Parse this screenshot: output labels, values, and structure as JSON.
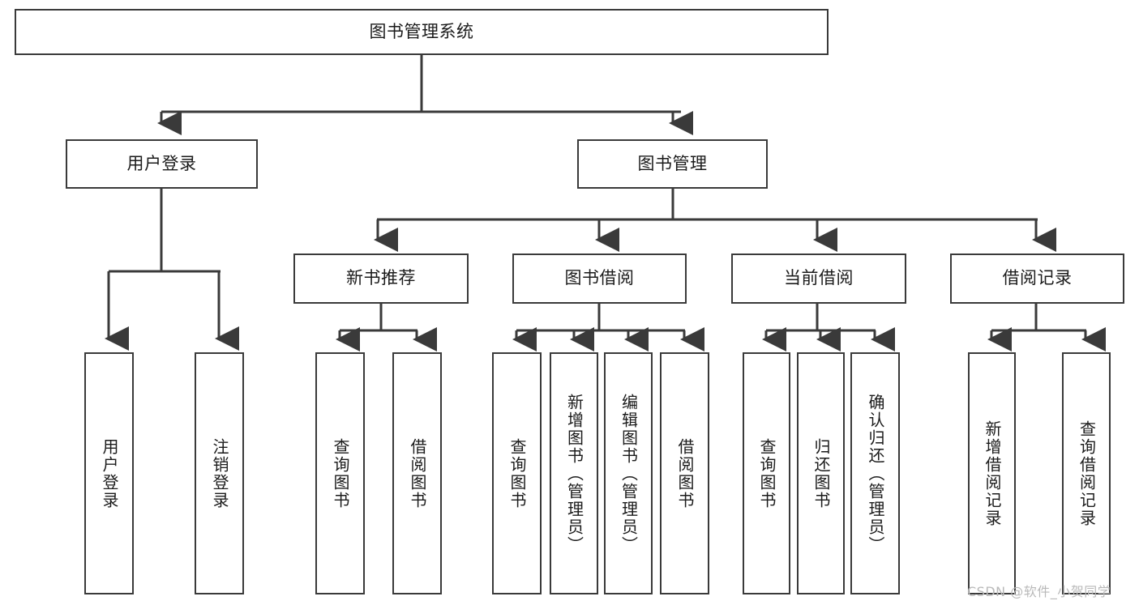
{
  "diagram": {
    "title_node": {
      "label": "图书管理系统"
    },
    "level2": [
      {
        "id": "user-login",
        "label": "用户登录"
      },
      {
        "id": "book-manage",
        "label": "图书管理"
      }
    ],
    "level3": [
      {
        "id": "new-book-rec",
        "label": "新书推荐"
      },
      {
        "id": "book-borrow",
        "label": "图书借阅"
      },
      {
        "id": "current-borrow",
        "label": "当前借阅"
      },
      {
        "id": "borrow-record",
        "label": "借阅记录"
      }
    ],
    "leaves": [
      {
        "id": "leaf-user-login",
        "label": "用户登录"
      },
      {
        "id": "leaf-logout",
        "label": "注销登录"
      },
      {
        "id": "leaf-query-book-1",
        "label": "查询图书"
      },
      {
        "id": "leaf-borrow-book-1",
        "label": "借阅图书"
      },
      {
        "id": "leaf-query-book-2",
        "label": "查询图书"
      },
      {
        "id": "leaf-add-book",
        "label": "新增图书（管理员）"
      },
      {
        "id": "leaf-edit-book",
        "label": "编辑图书（管理员）"
      },
      {
        "id": "leaf-borrow-book-2",
        "label": "借阅图书"
      },
      {
        "id": "leaf-query-book-3",
        "label": "查询图书"
      },
      {
        "id": "leaf-return-book",
        "label": "归还图书"
      },
      {
        "id": "leaf-confirm-return",
        "label": "确认归还（管理员）"
      },
      {
        "id": "leaf-add-record",
        "label": "新增借阅记录"
      },
      {
        "id": "leaf-query-record",
        "label": "查询借阅记录"
      }
    ],
    "watermark": "CSDN @软件_小贺同学",
    "colors": {
      "stroke": "#3a3a3a",
      "background": "#ffffff",
      "text": "#1b1b1b",
      "watermark": "#b9b9b9"
    }
  }
}
